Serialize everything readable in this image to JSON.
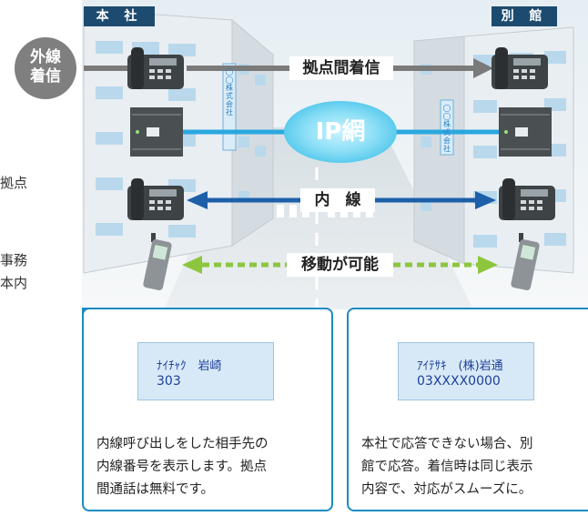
{
  "buildings": {
    "main": "本 社",
    "annex": "別 館"
  },
  "signs": {
    "main_sign": "◯◯株式会社",
    "annex_sign": "◯◯株式会社"
  },
  "bubble": {
    "line1": "外線",
    "line2": "着信"
  },
  "left_text": [
    "拠点",
    "事務",
    "本内"
  ],
  "labels": {
    "incoming": "拠点間着信",
    "ip": "IP網",
    "extension": "内　線",
    "mobility": "移動が可能"
  },
  "panels": [
    {
      "title": "拠点間内線通話",
      "screen_line1": "ﾅｲﾁｬｸ　岩崎",
      "screen_line2": "303",
      "desc": [
        "内線呼び出しをした相手先の",
        "内線番号を表示します。拠点",
        "間通話は無料です。"
      ]
    },
    {
      "title": "拠点間着信応答",
      "screen_line1": "ｱｲﾃｻｷ　(株)岩通",
      "screen_line2": "03XXXX0000",
      "desc": [
        "本社で応答できない場合、別",
        "館で応答。着信時は同じ表示",
        "内容で、対応がスムーズに。"
      ]
    }
  ],
  "colors": {
    "navy": "#1d4b70",
    "blue_accent": "#1a8cc0",
    "ip_line": "#2aa8e0",
    "arrow_blue": "#1d5fa8",
    "arrow_green": "#8cc63f",
    "gray_arrow": "#7a7a7a"
  },
  "icons": [
    "desk-phone-icon",
    "ip-phone-unit-icon",
    "mobile-phone-icon",
    "arrow-icon"
  ]
}
